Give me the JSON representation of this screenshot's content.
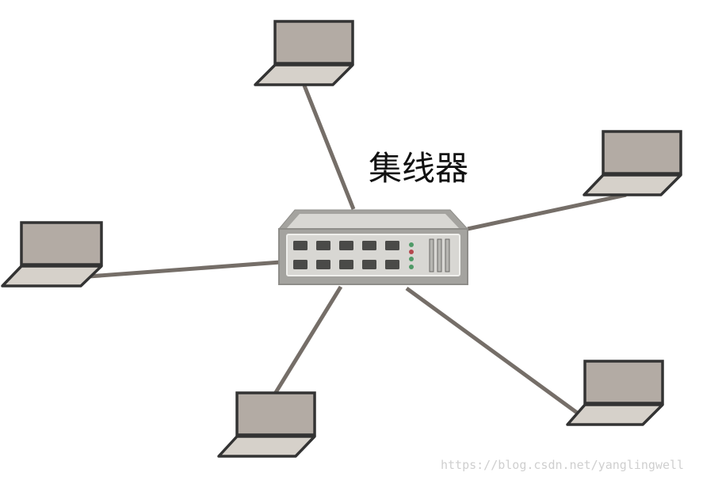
{
  "diagram": {
    "hub_label": "集线器",
    "watermark": "https://blog.csdn.net/yanglingwell",
    "colors": {
      "cable": "#756e68",
      "laptop_screen": "#b3aba4",
      "laptop_base": "#d6d1ca",
      "outline": "#333333",
      "hub_body": "#a4a39f",
      "hub_panel": "#d8d7d3",
      "port": "#4a4a48",
      "led_green": "#4f9a67",
      "led_red": "#b5484e"
    },
    "laptops": [
      {
        "id": "top"
      },
      {
        "id": "right-upper"
      },
      {
        "id": "left"
      },
      {
        "id": "bottom-left"
      },
      {
        "id": "bottom-right"
      }
    ]
  }
}
